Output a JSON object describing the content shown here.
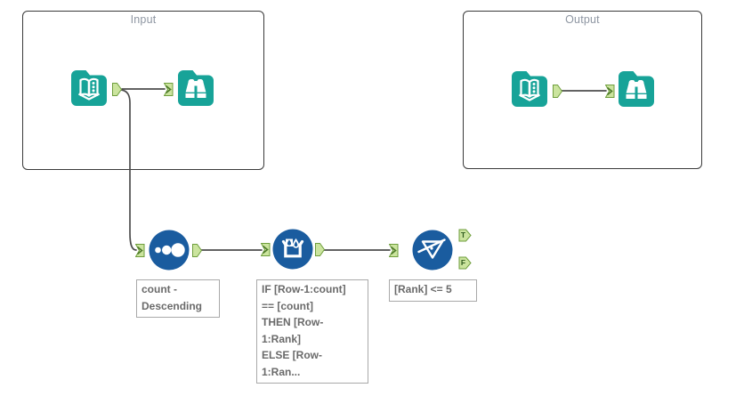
{
  "containers": [
    {
      "title": "Input"
    },
    {
      "title": "Output"
    }
  ],
  "tools": [
    {
      "icon": "input-data-icon",
      "container": "Input"
    },
    {
      "icon": "browse-icon",
      "container": "Input"
    },
    {
      "icon": "input-data-icon",
      "container": "Output"
    },
    {
      "icon": "browse-icon",
      "container": "Output"
    },
    {
      "icon": "sort-icon"
    },
    {
      "icon": "multi-row-formula-icon"
    },
    {
      "icon": "filter-icon"
    }
  ],
  "annotations": {
    "sort": "count -\nDescending",
    "multi_row_formula": "IF [Row-1:count]\n== [count]\nTHEN [Row-\n1:Rank]\nELSE [Row-\n1:Ran...",
    "filter": "[Rank] <= 5"
  },
  "filter_anchors": {
    "true_label": "T",
    "false_label": "F"
  },
  "colors": {
    "tool_teal": "#17A398",
    "tool_blue": "#1A5C9F",
    "anchor_fill": "#CBE49E",
    "anchor_border": "#6F9E3D",
    "wire": "#4D4D4D",
    "container_border": "#3A3A3A",
    "container_title_text": "#8E96A2",
    "annotation_text": "#6A6A6A",
    "annotation_border": "#A9A9A9"
  }
}
